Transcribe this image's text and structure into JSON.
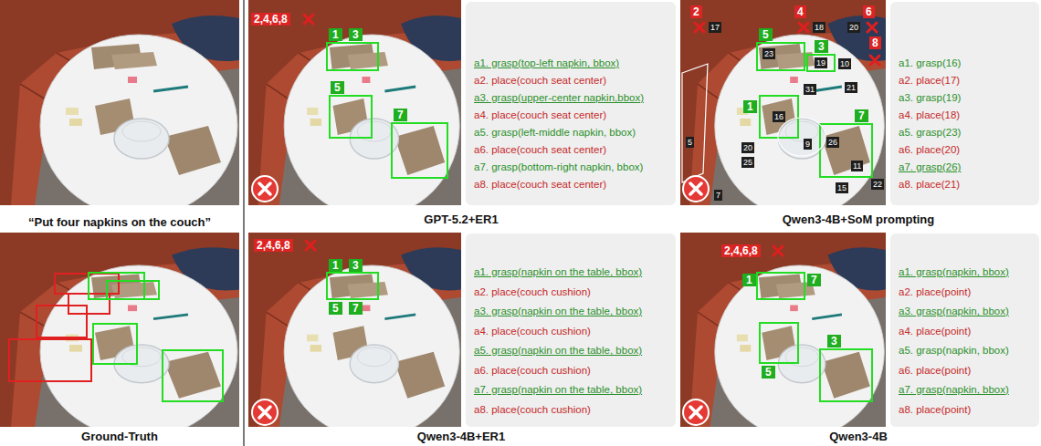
{
  "diagram": {
    "nodes": [
      {
        "text": [
          "a1. grasp(top-left napkin, bbox)",
          "a2. place(couch seat center)",
          "a3. grasp(upper-center napkin,bbox)",
          "a4. place(couch seat center)",
          "a5. grasp(left-middle napkin, bbox)",
          "a6. place(couch seat center)",
          "a7. grasp(bottom-right napkin, bbox)",
          "a8. place(couch seat center)"
        ]
      },
      {
        "text": [
          "a1. grasp(16)",
          "a2. place(17)",
          "a3. grasp(19)",
          "a4. place(18)",
          "a5. grasp(23)",
          "a6. place(20)",
          "a7. grasp(26)",
          "a8. place(21)"
        ]
      },
      {
        "text": [
          "a1. grasp(napkin on the table, bbox)",
          "a2. place(couch cushion)",
          "a3. grasp(napkin on the table, bbox)",
          "a4. place(couch cushion)",
          "a5. grasp(napkin on the table, bbox)",
          "a6. place(couch cushion)",
          "a7. grasp(napkin on the table, bbox)",
          "a8. place(couch cushion)"
        ]
      },
      {
        "text": [
          "a1. grasp(napkin, bbox)",
          "a2. place(point)",
          "a3. grasp(napkin, bbox)",
          "a4. place(point)",
          "a5. grasp(napkin, bbox)",
          "a6. place(point)",
          "a7. grasp(napkin, bbox)",
          "a8. place(point)"
        ]
      }
    ],
    "labels": [
      "“Put four napkins on the couch”",
      "2,4,6,8",
      "1",
      "3",
      "5",
      "7",
      "GPT-5.2+ER1",
      "2",
      "17",
      "4",
      "18",
      "6",
      "20",
      "10",
      "8",
      "21",
      "23",
      "5",
      "19",
      "3",
      "31",
      "16",
      "1",
      "20",
      "25",
      "9",
      "26",
      "7",
      "11",
      "5",
      "7",
      "15",
      "22",
      "Qwen3-4B+SoM prompting",
      "Ground-Truth",
      "2,4,6,8",
      "1",
      "3",
      "5",
      "7",
      "Qwen3-4B+ER1",
      "2,4,6,8",
      "1",
      "7",
      "5",
      "3",
      "Qwen3-4B"
    ]
  }
}
